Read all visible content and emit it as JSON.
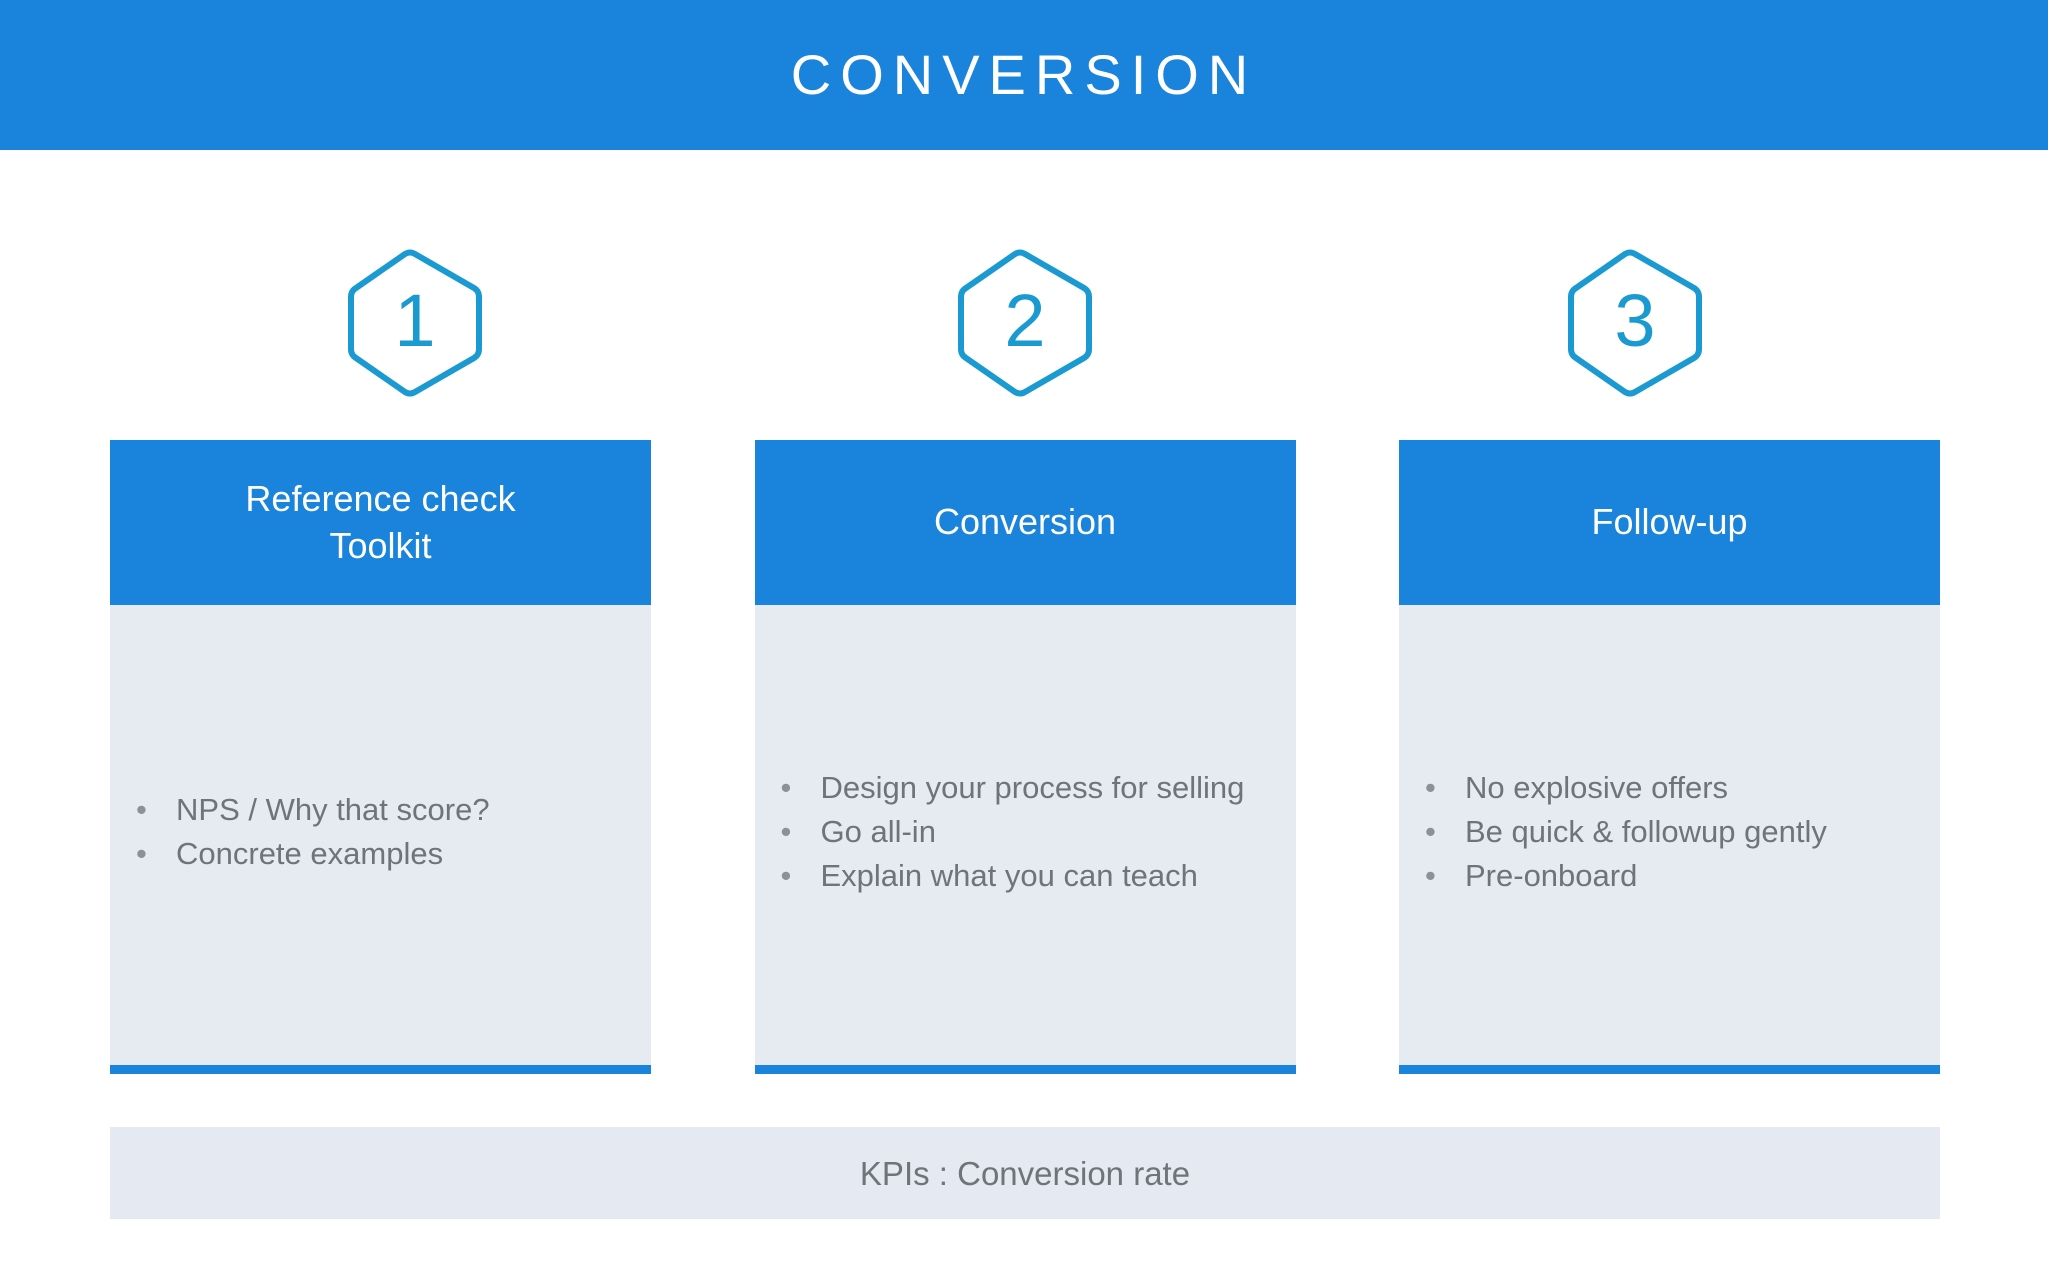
{
  "header": {
    "title": "CONVERSION",
    "background_color": "#1A84DC",
    "text_color": "#FFFFFF"
  },
  "theme": {
    "primary_blue": "#1A84DC",
    "hexagon_blue": "#1B9AD1",
    "card_body_bg": "#E6EAF1",
    "kpi_bg": "#E4E9F2",
    "body_text": "#6E7478",
    "page_bg": "#FFFFFF"
  },
  "steps": [
    {
      "badge": "1",
      "badge_icon": "hexagon-outline-icon",
      "title": "Reference check\nToolkit",
      "bullets": [
        "NPS / Why that score?",
        "Concrete examples"
      ]
    },
    {
      "badge": "2",
      "badge_icon": "hexagon-outline-icon",
      "title": "Conversion",
      "bullets": [
        "Design your process for selling",
        "Go all-in",
        "Explain what you can teach"
      ]
    },
    {
      "badge": "3",
      "badge_icon": "hexagon-outline-icon",
      "title": "Follow-up",
      "bullets": [
        "No explosive offers",
        "Be quick & followup gently",
        "Pre-onboard"
      ]
    }
  ],
  "bullet_marker": "•",
  "footer": {
    "kpi_text": "KPIs : Conversion rate"
  }
}
